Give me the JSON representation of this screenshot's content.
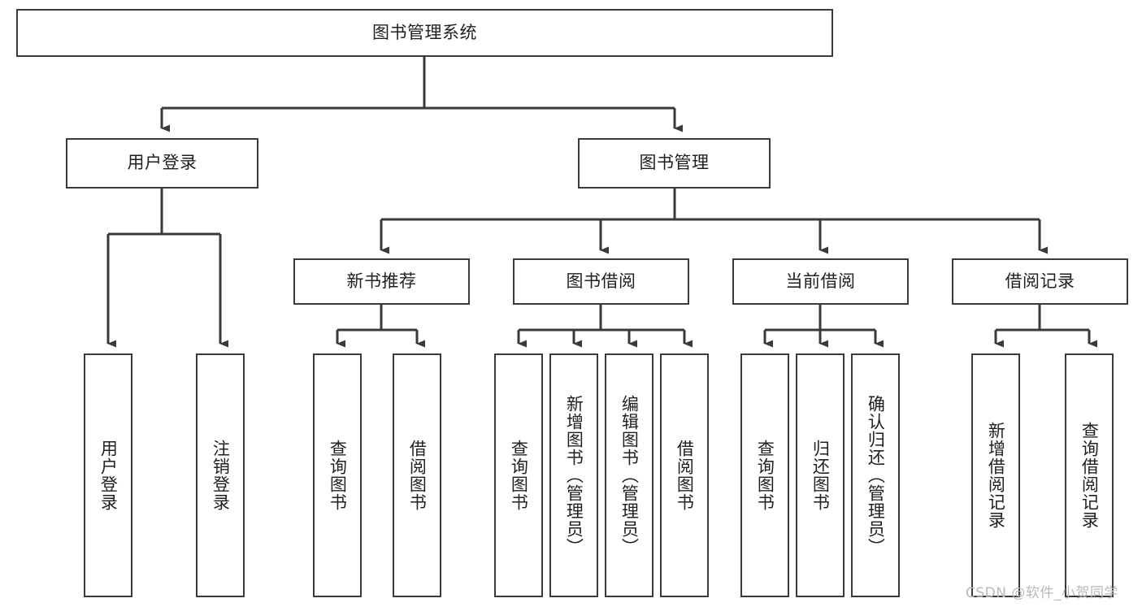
{
  "diagram": {
    "title_node": {
      "label": "图书管理系统"
    },
    "level1": [
      {
        "id": "user-login",
        "label": "用户登录"
      },
      {
        "id": "book-manage",
        "label": "图书管理"
      }
    ],
    "level2": [
      {
        "id": "new-book-rec",
        "label": "新书推荐"
      },
      {
        "id": "book-borrow",
        "label": "图书借阅"
      },
      {
        "id": "current-borrow",
        "label": "当前借阅"
      },
      {
        "id": "borrow-record",
        "label": "借阅记录"
      }
    ],
    "leaves": [
      {
        "id": "leaf-user-login",
        "label": "用户登录",
        "parent": "user-login"
      },
      {
        "id": "leaf-logout",
        "label": "注销登录",
        "parent": "user-login"
      },
      {
        "id": "leaf-query-book-1",
        "label": "查询图书",
        "parent": "new-book-rec"
      },
      {
        "id": "leaf-borrow-book-1",
        "label": "借阅图书",
        "parent": "new-book-rec"
      },
      {
        "id": "leaf-query-book-2",
        "label": "查询图书",
        "parent": "book-borrow"
      },
      {
        "id": "leaf-add-book",
        "label": "新增图书（管理员）",
        "parent": "book-borrow"
      },
      {
        "id": "leaf-edit-book",
        "label": "编辑图书（管理员）",
        "parent": "book-borrow"
      },
      {
        "id": "leaf-borrow-book-2",
        "label": "借阅图书",
        "parent": "book-borrow"
      },
      {
        "id": "leaf-query-book-3",
        "label": "查询图书",
        "parent": "current-borrow"
      },
      {
        "id": "leaf-return-book",
        "label": "归还图书",
        "parent": "current-borrow"
      },
      {
        "id": "leaf-confirm-return",
        "label": "确认归还（管理员）",
        "parent": "current-borrow"
      },
      {
        "id": "leaf-add-record",
        "label": "新增借阅记录",
        "parent": "borrow-record"
      },
      {
        "id": "leaf-query-record",
        "label": "查询借阅记录",
        "parent": "borrow-record"
      }
    ],
    "watermark": {
      "text": "CSDN @软件_小贺同学"
    },
    "colors": {
      "stroke": "#3a3a3a",
      "background": "#ffffff",
      "text": "#1f1f1f",
      "watermark": "#b9b9b9"
    }
  }
}
